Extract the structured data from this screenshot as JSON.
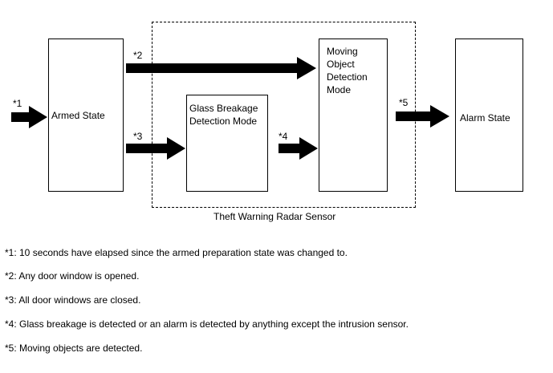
{
  "diagram": {
    "states": {
      "armed": "Armed State",
      "glass": "Glass Breakage\nDetection Mode",
      "moving": "Moving\nObject\nDetection\nMode",
      "alarm": "Alarm State"
    },
    "group_label": "Theft Warning Radar Sensor",
    "arrow_labels": {
      "a1": "*1",
      "a2": "*2",
      "a3": "*3",
      "a4": "*4",
      "a5": "*5"
    }
  },
  "notes": [
    "*1: 10 seconds have elapsed since the armed preparation state was changed to.",
    "*2: Any door window is opened.",
    "*3: All door windows are closed.",
    "*4: Glass breakage is detected or an alarm is detected by anything except the intrusion sensor.",
    "*5: Moving objects are detected."
  ]
}
